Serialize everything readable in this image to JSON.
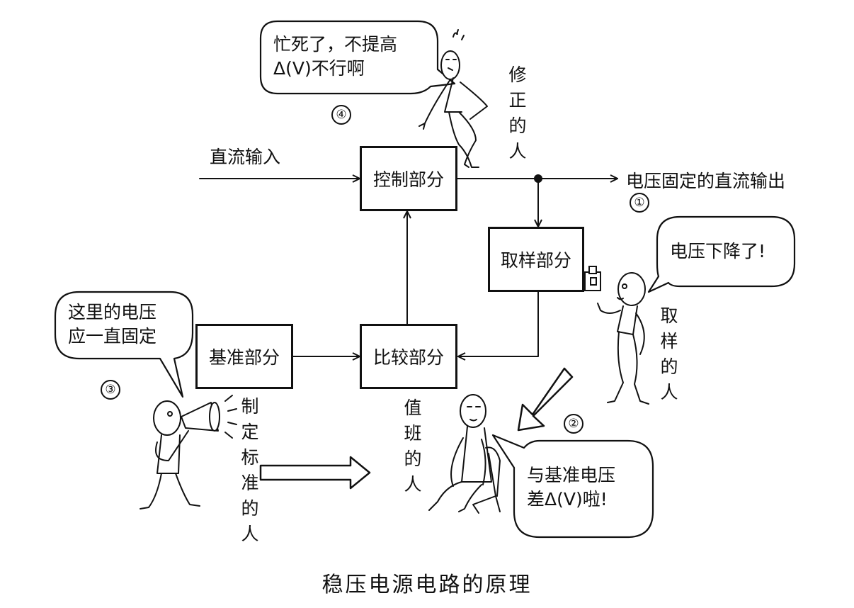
{
  "diagram": {
    "blocks": {
      "control": "控制部分",
      "sampling": "取样部分",
      "reference": "基准部分",
      "compare": "比较部分"
    },
    "labels": {
      "dc_input": "直流输入",
      "dc_output": "电压固定的直流输出"
    },
    "people": {
      "corrector": "修正的人",
      "sampler": "取样的人",
      "standard_setter": "制定标准的人",
      "duty": "值班的人"
    },
    "bubbles": {
      "corrector": "忙死了，不提高\nΔ(V)不行啊",
      "sampler": "电压下降了!",
      "standard_setter": "这里的电压\n应一直固定",
      "duty": "与基准电压\n差Δ(V)啦!"
    },
    "markers": [
      "①",
      "②",
      "③",
      "④"
    ],
    "caption": "稳压电源电路的原理"
  }
}
